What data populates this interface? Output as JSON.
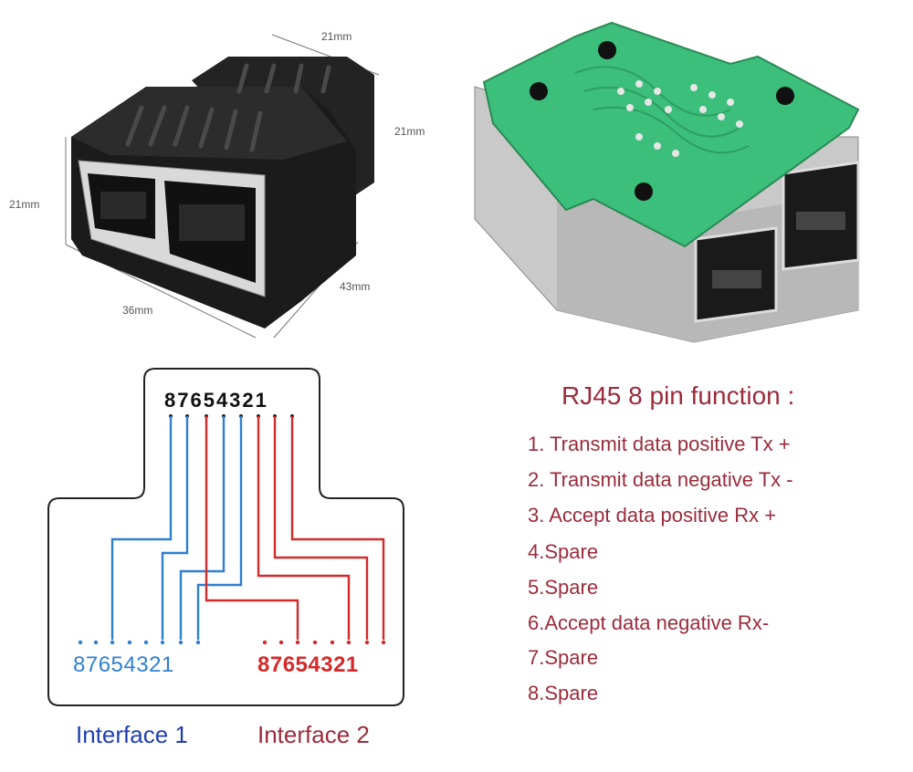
{
  "product": {
    "dimensions": {
      "top_width": "21mm",
      "top_height": "21mm",
      "front_height": "21mm",
      "front_width": "36mm",
      "depth": "43mm"
    }
  },
  "wiring": {
    "top_pins_label": "87654321",
    "interface1_pins_label": "87654321",
    "interface2_pins_label": "87654321",
    "interface1_label": "Interface 1",
    "interface2_label": "Interface 2",
    "colors": {
      "blue": "#2f7fd0",
      "red": "#d42a2a",
      "outline": "#222222",
      "interface1_text": "#1f3fb0",
      "interface2_text": "#9b2b3b"
    }
  },
  "pin_function": {
    "title": "RJ45 8 pin function :",
    "items": [
      "1. Transmit data positive Tx +",
      "2. Transmit data negative Tx -",
      "3. Accept data positive Rx +",
      "4.Spare",
      "5.Spare",
      "6.Accept data negative Rx-",
      "7.Spare",
      "8.Spare"
    ],
    "color": "#9b2b3b"
  }
}
